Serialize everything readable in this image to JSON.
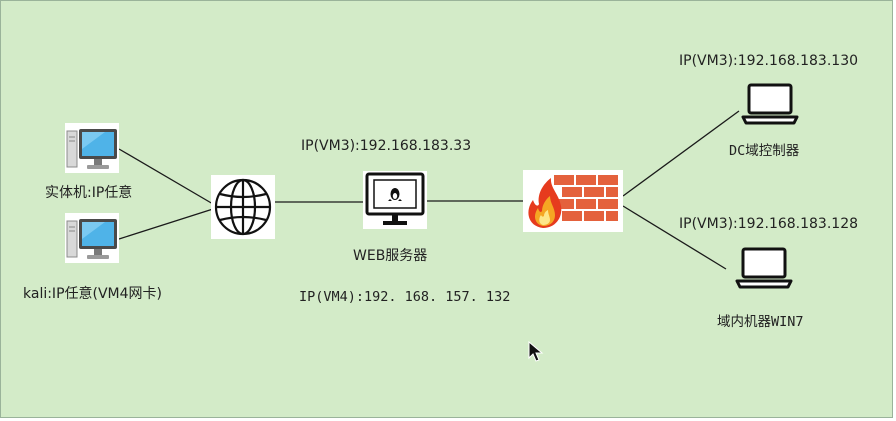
{
  "nodes": {
    "host_pc": {
      "label": "实体机:IP任意"
    },
    "kali_pc": {
      "label": "kali:IP任意(VM4网卡)"
    },
    "web_server": {
      "label": "WEB服务器",
      "ip_vm3": "IP(VM3):192.168.183.33",
      "ip_vm4": "IP(VM4):192. 168. 157. 132"
    },
    "dc": {
      "label": "DC域控制器",
      "ip": "IP(VM3):192.168.183.130"
    },
    "win7": {
      "label": "域内机器WIN7",
      "ip": "IP(VM3):192.168.183.128"
    }
  },
  "icons": [
    "desktop-computer-icon",
    "globe-icon",
    "linux-server-monitor-icon",
    "firewall-icon",
    "laptop-icon",
    "mouse-cursor-icon"
  ],
  "colors": {
    "background": "#d3ebc8",
    "line": "#1a1a1a",
    "firewall_brick": "#e4613c",
    "flame": "#f5a623"
  }
}
